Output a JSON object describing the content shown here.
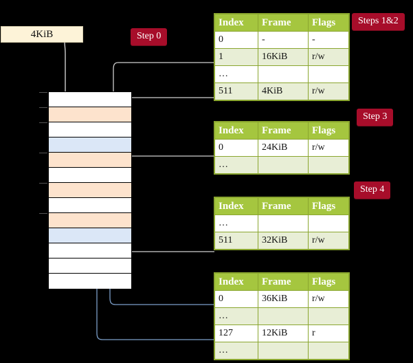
{
  "diagram": {
    "title_hidden": "",
    "colors": {
      "badge_bg": "#a70d2a",
      "table_header_bg": "#a5c63f",
      "table_border": "#8aa62f",
      "row_alt_bg": "#e8eed6",
      "highlight_bg": "#fbf7a3",
      "va_box_bg": "#fdf3d8",
      "mem_peach": "#fde3cd",
      "mem_blue": "#dbe7f7",
      "wire_grey": "#bdbdbd",
      "wire_blue": "#7b9ec9",
      "background": "#000000"
    }
  },
  "badges": {
    "steps12": "Steps 1&2",
    "step3": "Step 3",
    "step4": "Step 4",
    "step0": "Step 0"
  },
  "virtual_address": {
    "label": "4KiB"
  },
  "columns": [
    "Index",
    "Frame",
    "Flags"
  ],
  "tables": [
    {
      "name": "level-1-table",
      "rows": [
        {
          "index": "0",
          "frame": "-",
          "flags": "-",
          "style": "plain",
          "highlight": false
        },
        {
          "index": "1",
          "frame": "16KiB",
          "flags": "r/w",
          "style": "alt",
          "highlight": false
        },
        {
          "index": "…",
          "frame": "",
          "flags": "",
          "style": "plain",
          "highlight": false
        },
        {
          "index": "511",
          "frame": "4KiB",
          "flags": "r/w",
          "style": "alt",
          "highlight": true
        }
      ]
    },
    {
      "name": "level-2-table",
      "rows": [
        {
          "index": "0",
          "frame": "24KiB",
          "flags": "r/w",
          "style": "plain",
          "highlight": false
        },
        {
          "index": "…",
          "frame": "",
          "flags": "",
          "style": "alt",
          "highlight": false
        }
      ]
    },
    {
      "name": "level-3-table",
      "rows": [
        {
          "index": "…",
          "frame": "",
          "flags": "",
          "style": "plain",
          "highlight": false
        },
        {
          "index": "511",
          "frame": "32KiB",
          "flags": "r/w",
          "style": "alt",
          "highlight": false
        }
      ]
    },
    {
      "name": "level-4-table",
      "rows": [
        {
          "index": "0",
          "frame": "36KiB",
          "flags": "r/w",
          "style": "plain",
          "highlight": false
        },
        {
          "index": "…",
          "frame": "",
          "flags": "",
          "style": "alt",
          "highlight": false
        },
        {
          "index": "127",
          "frame": "12KiB",
          "flags": "r",
          "style": "plain",
          "highlight": false
        },
        {
          "index": "…",
          "frame": "",
          "flags": "",
          "style": "alt",
          "highlight": false
        }
      ]
    }
  ],
  "memory": {
    "name": "physical-memory-column",
    "row_count": 13,
    "rows": [
      {
        "fill": "white",
        "tick": true
      },
      {
        "fill": "peach",
        "tick": true
      },
      {
        "fill": "white",
        "tick": true
      },
      {
        "fill": "blue",
        "tick": false
      },
      {
        "fill": "peach",
        "tick": true
      },
      {
        "fill": "white",
        "tick": false
      },
      {
        "fill": "peach",
        "tick": true
      },
      {
        "fill": "white",
        "tick": false
      },
      {
        "fill": "peach",
        "tick": true
      },
      {
        "fill": "blue",
        "tick": false
      },
      {
        "fill": "white",
        "tick": false
      },
      {
        "fill": "white",
        "tick": false
      },
      {
        "fill": "white",
        "tick": false
      }
    ]
  }
}
